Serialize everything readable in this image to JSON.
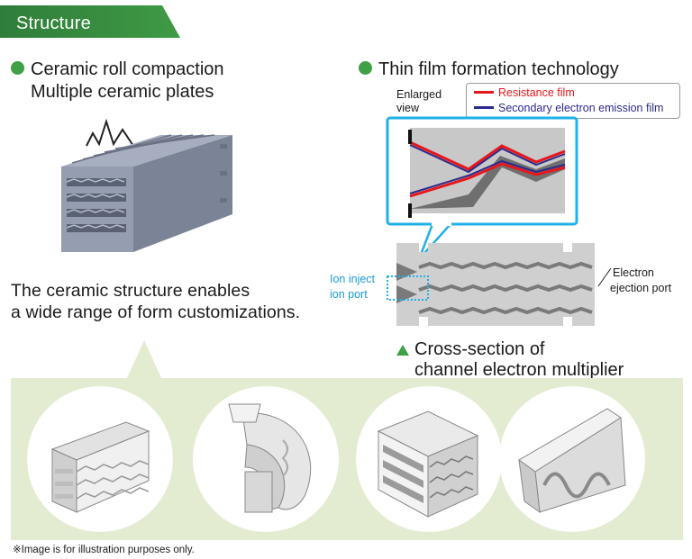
{
  "header": {
    "title": "Structure"
  },
  "left_section": {
    "heading_line1": "Ceramic roll compaction",
    "heading_line2": "Multiple ceramic plates",
    "caption_line1": "The ceramic structure enables",
    "caption_line2": "a wide range of form customizations."
  },
  "right_section": {
    "heading": "Thin film formation technology",
    "enlarged_line1": "Enlarged",
    "enlarged_line2": "view",
    "legend": [
      {
        "label": "Resistance film",
        "color": "#e6171b"
      },
      {
        "label": "Secondary electron emission film",
        "color": "#2b2a8c"
      }
    ],
    "ion_label_line1": "Ion inject",
    "ion_label_line2": "ion port",
    "electron_label_line1": "Electron",
    "electron_label_line2": "ejection port",
    "caption_line1": "Cross-section of",
    "caption_line2": "channel electron multiplier"
  },
  "colors": {
    "accent_green": "#3fa045",
    "panel_green": "#e3ecd0",
    "ion_blue": "#1a9ad6",
    "ceramic": "#8a93a4"
  },
  "footnote": "※Image is for illustration purposes only."
}
